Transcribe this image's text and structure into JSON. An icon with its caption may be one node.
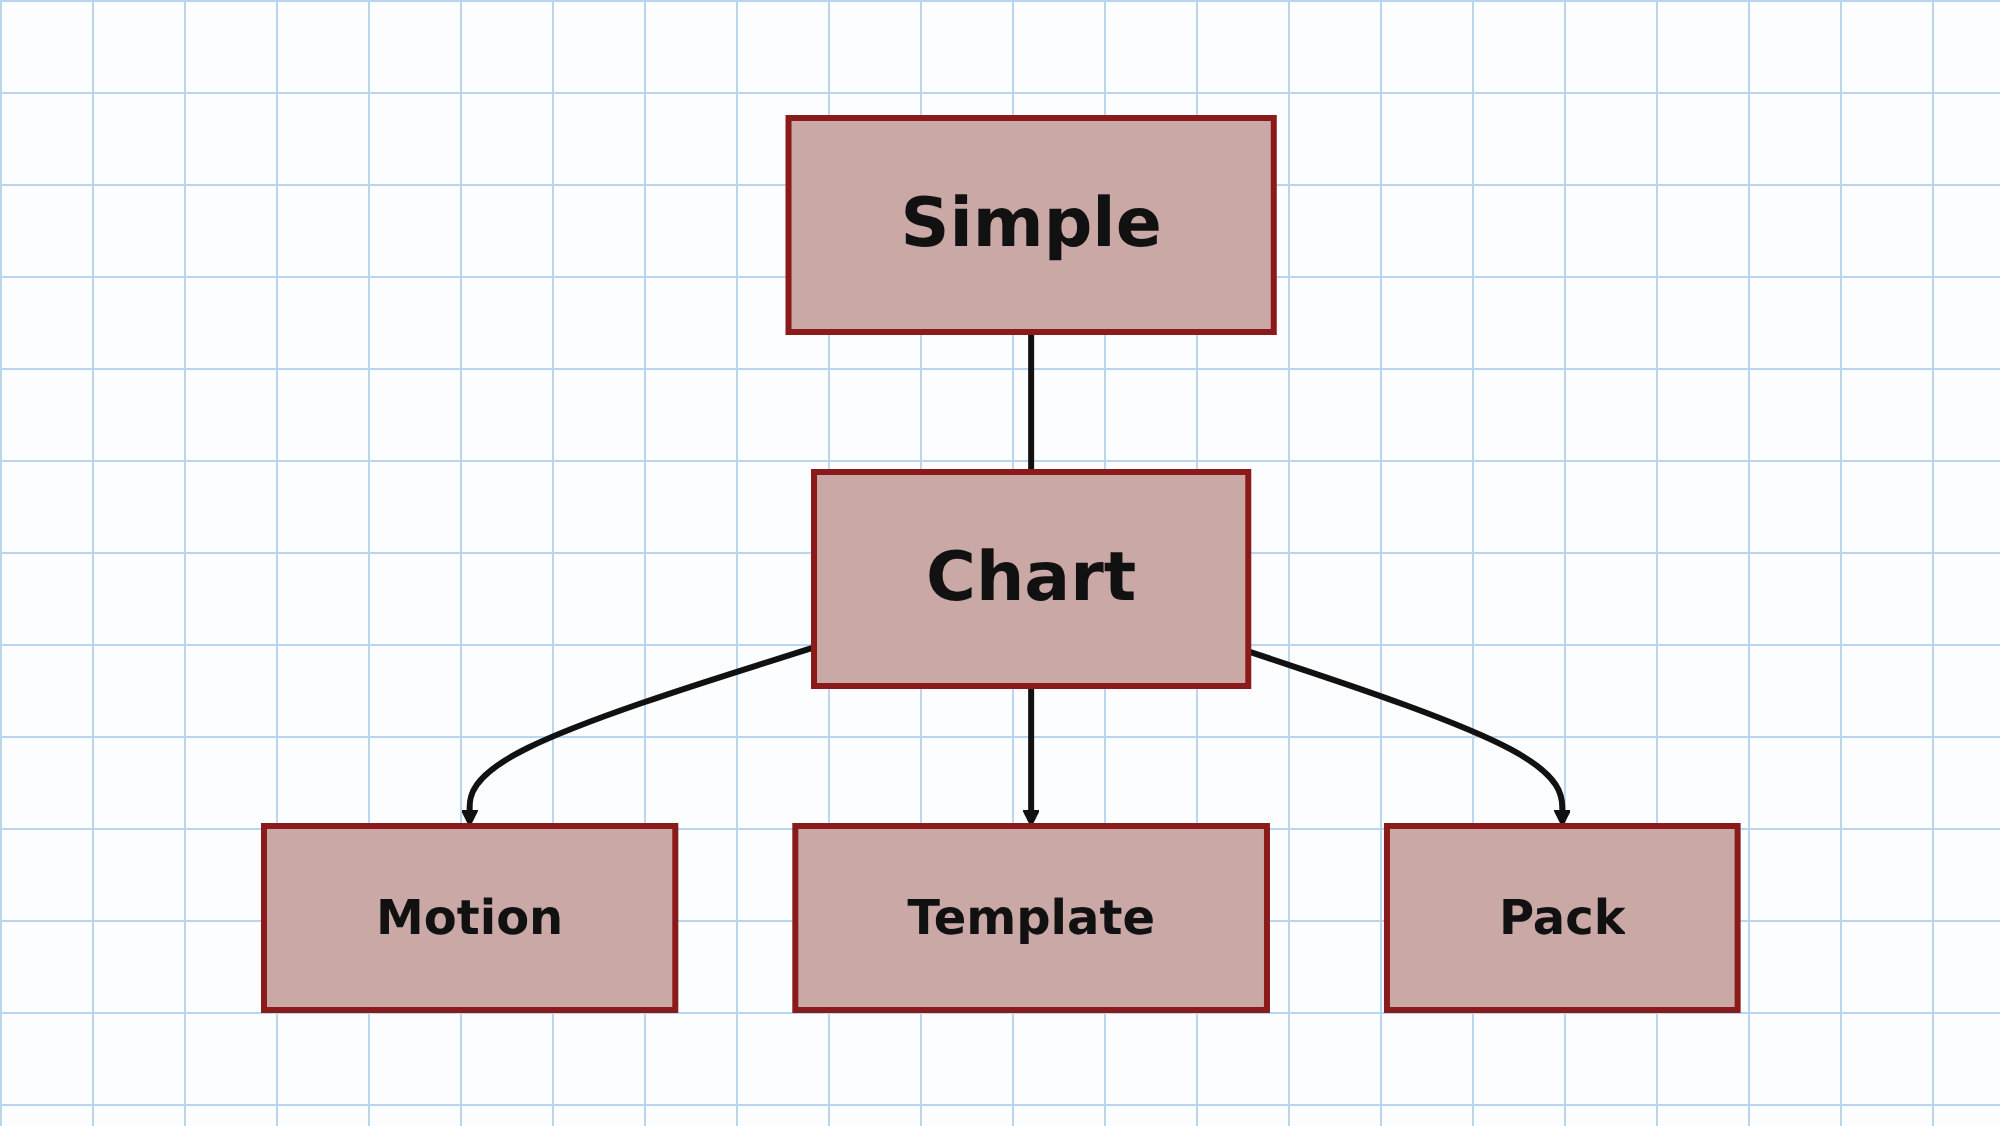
{
  "diagram": {
    "nodes": [
      {
        "text": [
          "Simple"
        ]
      },
      {
        "text": [
          "Chart"
        ]
      },
      {
        "text": [
          "Motion"
        ]
      },
      {
        "text": [
          "Template"
        ]
      },
      {
        "text": [
          "Pack"
        ]
      }
    ],
    "edges": [
      {
        "from": 0,
        "to": 1,
        "arrow": "none"
      },
      {
        "from": 1,
        "to": 2,
        "arrow": "to"
      },
      {
        "from": 1,
        "to": 3,
        "arrow": "to"
      },
      {
        "from": 1,
        "to": 4,
        "arrow": "to"
      }
    ]
  }
}
